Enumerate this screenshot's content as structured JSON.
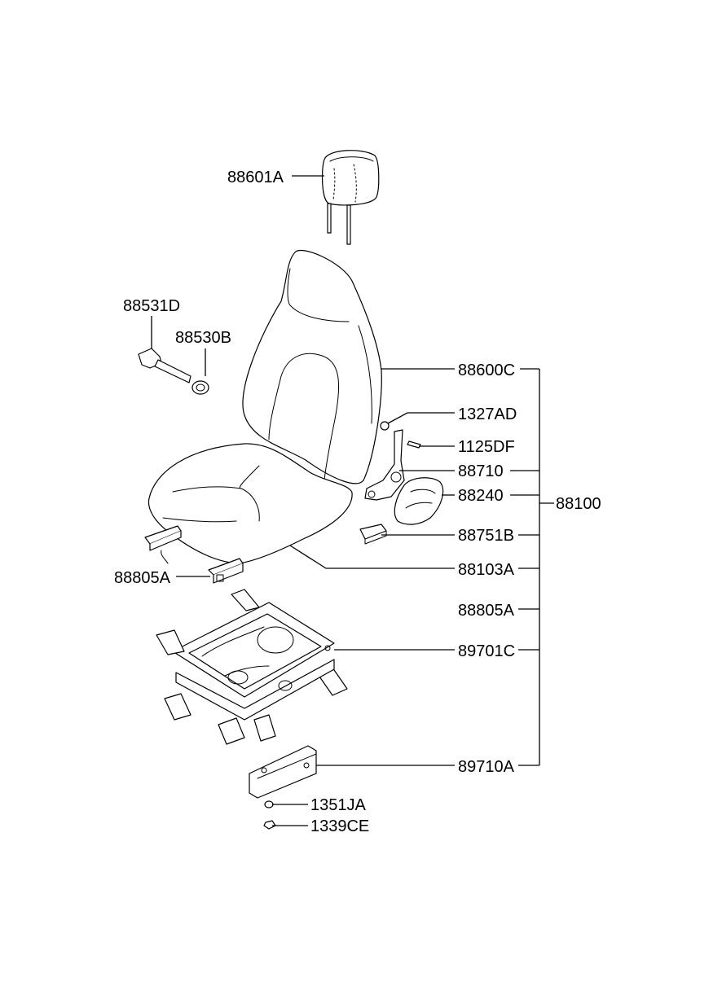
{
  "parts": {
    "p88601A": "88601A",
    "p88531D": "88531D",
    "p88530B": "88530B",
    "p88600C": "88600C",
    "p1327AD": "1327AD",
    "p1125DF": "1125DF",
    "p88710": "88710",
    "p88240": "88240",
    "p88100": "88100",
    "p88751B": "88751B",
    "p88103A": "88103A",
    "p88805A_left": "88805A",
    "p88805A_right": "88805A",
    "p89701C": "89701C",
    "p89710A": "89710A",
    "p1351JA": "1351JA",
    "p1339CE": "1339CE"
  }
}
